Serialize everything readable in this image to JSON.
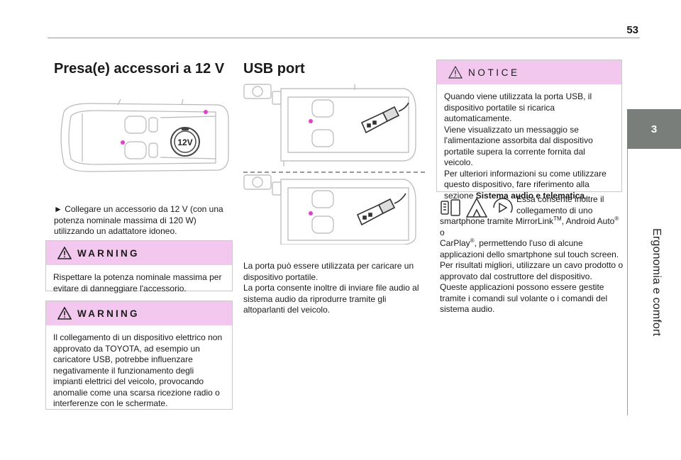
{
  "page": {
    "number": "53"
  },
  "sidebar": {
    "tab_number": "3",
    "section_title": "Ergonomia e comfort"
  },
  "col1": {
    "title": "Presa(e) accessori a 12 V",
    "badge": "12V",
    "instruction": "► Collegare un accessorio da 12 V (con una potenza nominale massima di 120 W) utilizzando un adattatore idoneo.",
    "warning1": {
      "label": "WARNING",
      "text": "Rispettare la potenza nominale massima per evitare di danneggiare l'accessorio."
    },
    "warning2": {
      "label": "WARNING",
      "text": "Il collegamento di un dispositivo elettrico non approvato da TOYOTA, ad esempio un caricatore USB, potrebbe influenzare negativamente il funzionamento degli impianti elettrici del veicolo, provocando anomalie come una scarsa ricezione radio o interferenze con le schermate."
    }
  },
  "col2": {
    "title": "USB port",
    "text": "La porta può essere utilizzata per caricare un dispositivo portatile.\nLa porta consente inoltre di inviare file audio al sistema audio da riprodurre tramite gli altoparlanti del veicolo."
  },
  "col3": {
    "notice": {
      "label": "NOTICE",
      "text_a": "Quando viene utilizzata la porta USB, il dispositivo portatile si ricarica automaticamente.\nViene visualizzato un messaggio se l'alimentazione assorbita dal dispositivo portatile supera la corrente fornita dal veicolo.\nPer ulteriori informazioni su come utilizzare questo dispositivo, fare riferimento alla sezione ",
      "bold": "Sistema audio e telematica",
      "text_b": "."
    },
    "apps": {
      "line1": "Essa consente inoltre il",
      "line2": "collegamento di uno",
      "line3a": "smartphone tramite MirrorLink",
      "tm": "TM",
      "line3b": ", Android Auto",
      "reg": "®",
      "line3c": " o",
      "line4a": "CarPlay",
      "line4b": ", permettendo l'uso di alcune",
      "rest": "applicazioni dello smartphone sul touch screen.\nPer risultati migliori, utilizzare un cavo prodotto o approvato dal costruttore del dispositivo.\nQueste applicazioni possono essere gestite tramite i comandi sul volante o i comandi del sistema audio."
    }
  },
  "colors": {
    "pink_header": "#f3c8ee",
    "tab_gray": "#7a7e7b",
    "marker_pink": "#e040c8"
  },
  "icons": [
    "warning-triangle-icon",
    "mirrorlink-icon",
    "android-auto-icon",
    "carplay-icon",
    "usb-plug-icon",
    "steering-wheel-icon",
    "12v-socket-icon"
  ]
}
